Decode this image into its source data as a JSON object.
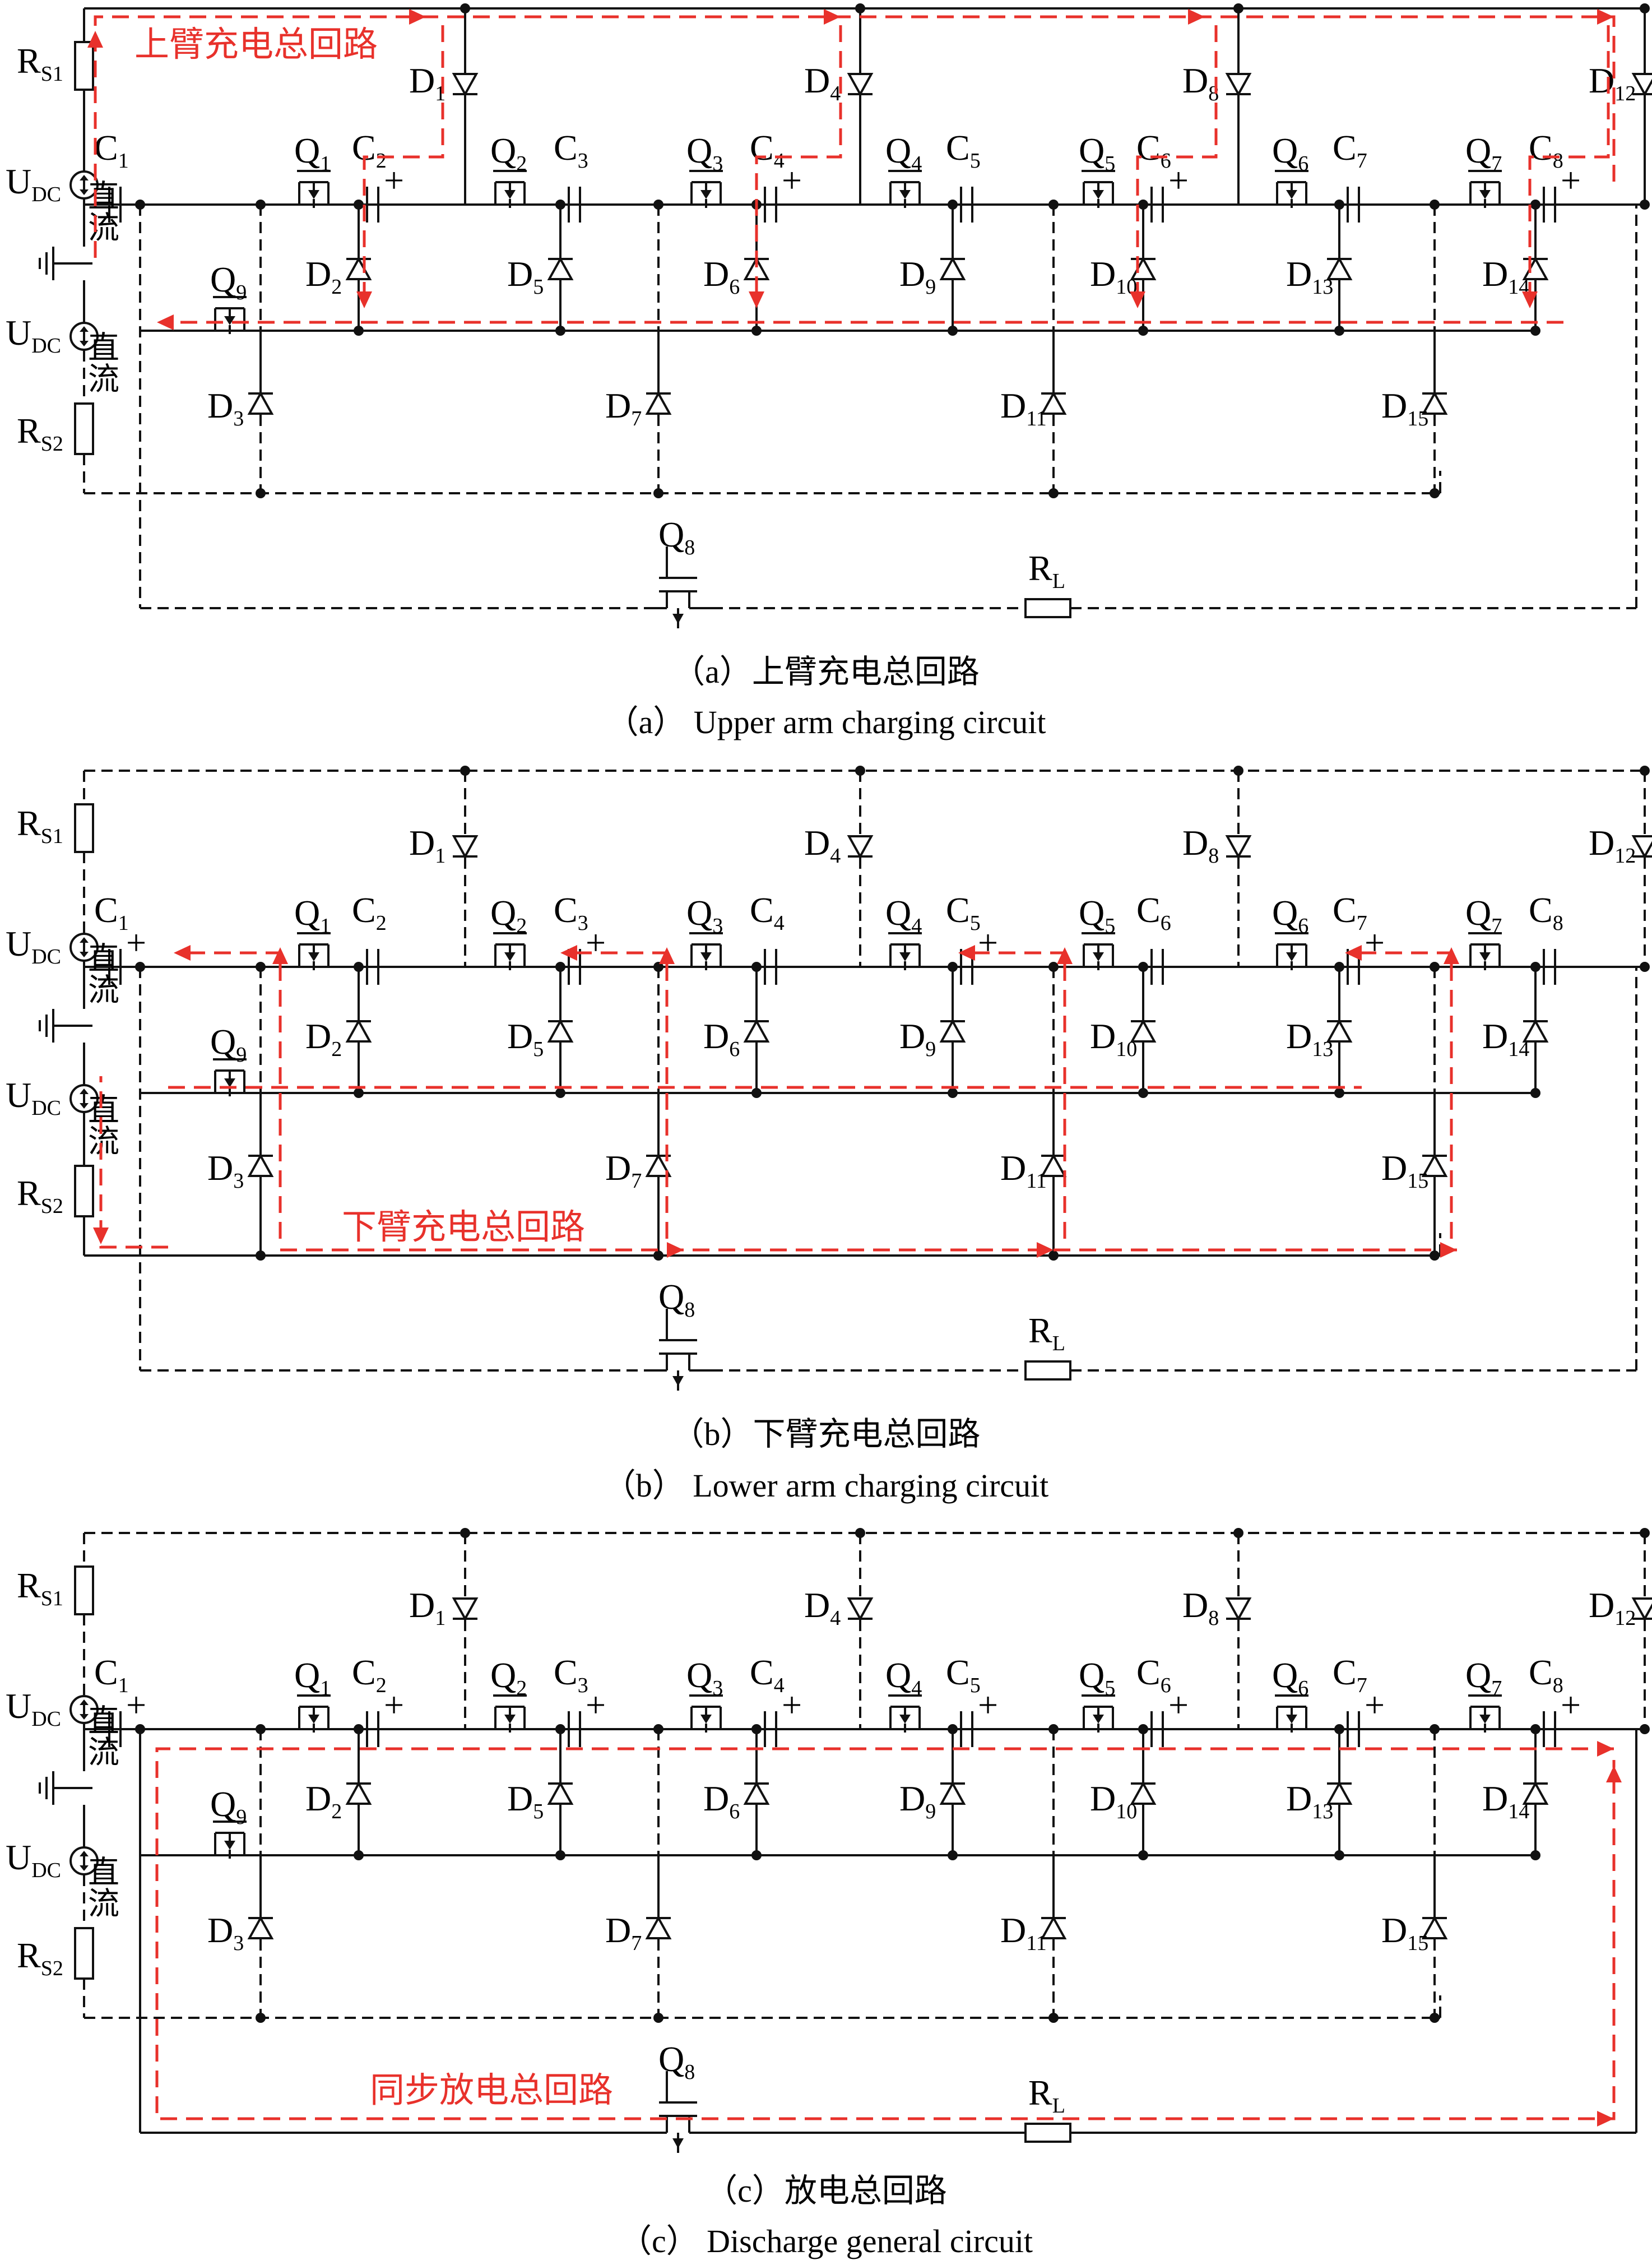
{
  "captions": {
    "a_zh": "（a）上臂充电总回路",
    "a_en": "（a） Upper arm charging circuit",
    "b_zh": "（b）下臂充电总回路",
    "b_en": "（b） Lower arm charging circuit",
    "c_zh": "（c）放电总回路",
    "c_en": "（c） Discharge general circuit"
  },
  "loop_labels": {
    "a": "上臂充电总回路",
    "b": "下臂充电总回路",
    "c": "同步放电总回路"
  },
  "source_text": "直流",
  "plus": "+",
  "labels": {
    "RS1": [
      "R",
      "S1"
    ],
    "RS2": [
      "R",
      "S2"
    ],
    "UDC": [
      "U",
      "DC"
    ],
    "RL": [
      "R",
      "L"
    ],
    "C1": [
      "C",
      "1"
    ],
    "C2": [
      "C",
      "2"
    ],
    "C3": [
      "C",
      "3"
    ],
    "C4": [
      "C",
      "4"
    ],
    "C5": [
      "C",
      "5"
    ],
    "C6": [
      "C",
      "6"
    ],
    "C7": [
      "C",
      "7"
    ],
    "C8": [
      "C",
      "8"
    ],
    "Q1": [
      "Q",
      "1"
    ],
    "Q2": [
      "Q",
      "2"
    ],
    "Q3": [
      "Q",
      "3"
    ],
    "Q4": [
      "Q",
      "4"
    ],
    "Q5": [
      "Q",
      "5"
    ],
    "Q6": [
      "Q",
      "6"
    ],
    "Q7": [
      "Q",
      "7"
    ],
    "Q8": [
      "Q",
      "8"
    ],
    "Q9": [
      "Q",
      "9"
    ],
    "D1": [
      "D",
      "1"
    ],
    "D2": [
      "D",
      "2"
    ],
    "D3": [
      "D",
      "3"
    ],
    "D4": [
      "D",
      "4"
    ],
    "D5": [
      "D",
      "5"
    ],
    "D6": [
      "D",
      "6"
    ],
    "D7": [
      "D",
      "7"
    ],
    "D8": [
      "D",
      "8"
    ],
    "D9": [
      "D",
      "9"
    ],
    "D10": [
      "D",
      "10"
    ],
    "D11": [
      "D",
      "11"
    ],
    "D12": [
      "D",
      "12"
    ],
    "D13": [
      "D",
      "13"
    ],
    "D14": [
      "D",
      "14"
    ],
    "D15": [
      "D",
      "15"
    ]
  },
  "colors": {
    "wire": "#111111",
    "current_path": "#e8312b",
    "background": "#ffffff"
  }
}
